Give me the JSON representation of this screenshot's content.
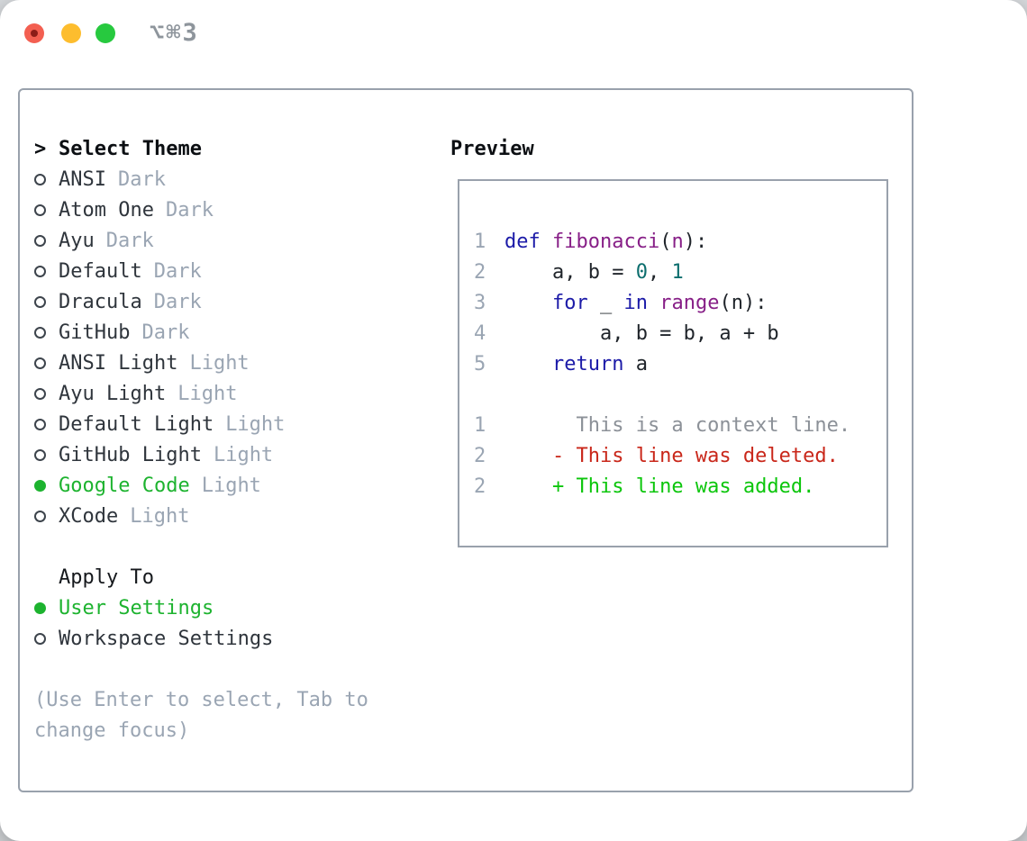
{
  "window": {
    "title": "⌥⌘3",
    "traffic_lights": [
      {
        "name": "close",
        "color": "#f35f51"
      },
      {
        "name": "minimize",
        "color": "#fdbd2e"
      },
      {
        "name": "zoom",
        "color": "#27c93f"
      }
    ]
  },
  "theme_panel": {
    "header_prefix": ">",
    "header": "Select Theme",
    "items": [
      {
        "slug": "ansi-dark",
        "label": "ANSI",
        "variant": "Dark",
        "selected": false
      },
      {
        "slug": "atom-one-dark",
        "label": "Atom One",
        "variant": "Dark",
        "selected": false
      },
      {
        "slug": "ayu-dark",
        "label": "Ayu",
        "variant": "Dark",
        "selected": false
      },
      {
        "slug": "default-dark",
        "label": "Default",
        "variant": "Dark",
        "selected": false
      },
      {
        "slug": "dracula-dark",
        "label": "Dracula",
        "variant": "Dark",
        "selected": false
      },
      {
        "slug": "github-dark",
        "label": "GitHub",
        "variant": "Dark",
        "selected": false
      },
      {
        "slug": "ansi-light",
        "label": "ANSI Light",
        "variant": "Light",
        "selected": false
      },
      {
        "slug": "ayu-light",
        "label": "Ayu Light",
        "variant": "Light",
        "selected": false
      },
      {
        "slug": "default-light",
        "label": "Default Light",
        "variant": "Light",
        "selected": false
      },
      {
        "slug": "github-light",
        "label": "GitHub Light",
        "variant": "Light",
        "selected": false
      },
      {
        "slug": "google-code",
        "label": "Google Code",
        "variant": "Light",
        "selected": true
      },
      {
        "slug": "xcode",
        "label": "XCode",
        "variant": "Light",
        "selected": false
      }
    ],
    "apply_header": "Apply To",
    "apply_options": [
      {
        "slug": "user-settings",
        "label": "User Settings",
        "selected": true
      },
      {
        "slug": "workspace-settings",
        "label": "Workspace Settings",
        "selected": false
      }
    ],
    "hint_line1": "(Use Enter to select, Tab to",
    "hint_line2": "change focus)"
  },
  "preview": {
    "header": "Preview",
    "code_lines": [
      {
        "num": "1",
        "segments": [
          {
            "t": "def",
            "c": "kw"
          },
          {
            "t": " ",
            "c": ""
          },
          {
            "t": "fibonacci",
            "c": "fn"
          },
          {
            "t": "(",
            "c": ""
          },
          {
            "t": "n",
            "c": "fn"
          },
          {
            "t": "):",
            "c": ""
          }
        ]
      },
      {
        "num": "2",
        "segments": [
          {
            "t": "    a, b = ",
            "c": ""
          },
          {
            "t": "0",
            "c": "num"
          },
          {
            "t": ", ",
            "c": ""
          },
          {
            "t": "1",
            "c": "num"
          }
        ]
      },
      {
        "num": "3",
        "segments": [
          {
            "t": "    ",
            "c": ""
          },
          {
            "t": "for",
            "c": "kw"
          },
          {
            "t": " _ ",
            "c": ""
          },
          {
            "t": "in",
            "c": "kw"
          },
          {
            "t": " ",
            "c": ""
          },
          {
            "t": "range",
            "c": "fn"
          },
          {
            "t": "(n):",
            "c": ""
          }
        ]
      },
      {
        "num": "4",
        "segments": [
          {
            "t": "        a, b = b, a + b",
            "c": ""
          }
        ]
      },
      {
        "num": "5",
        "segments": [
          {
            "t": "    ",
            "c": ""
          },
          {
            "t": "return",
            "c": "kw"
          },
          {
            "t": " a",
            "c": ""
          }
        ]
      }
    ],
    "diff_lines": [
      {
        "num": "1",
        "text": "      This is a context line.",
        "kind": "ctx"
      },
      {
        "num": "2",
        "text": "    - This line was deleted.",
        "kind": "del"
      },
      {
        "num": "2",
        "text": "    + This line was added.",
        "kind": "add"
      }
    ]
  },
  "colors": {
    "accent_green": "#1db32f",
    "muted": "#9aa5b3",
    "text_dark": "#2f353c",
    "header_dark": "#0c0f13",
    "border_gray": "#99a1ac",
    "line_num": "#9aa5b3",
    "code_plain": "#1f242a",
    "code_keyword": "#1c1ba8",
    "code_function": "#871f87",
    "code_number": "#0d6e6e",
    "diff_context": "#8c9198",
    "diff_deleted": "#c9271a",
    "diff_added": "#0cc60c",
    "title_gray": "#8e959c",
    "traffic_red": "#f35f51",
    "traffic_yellow": "#fdbd2e",
    "traffic_green": "#27c93f"
  }
}
